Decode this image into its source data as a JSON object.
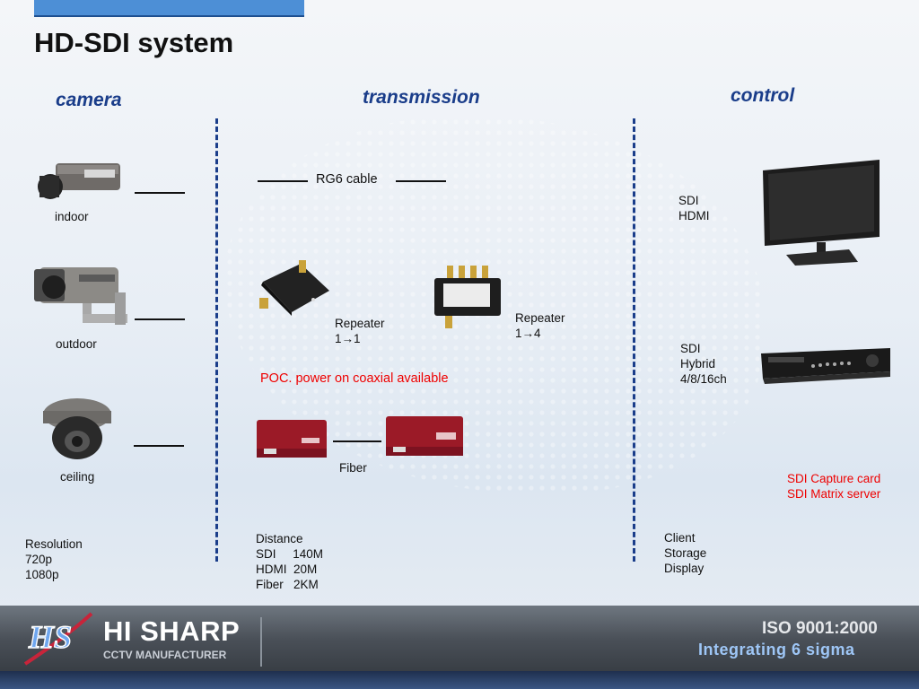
{
  "title": "HD-SDI system",
  "sections": {
    "camera": "camera",
    "transmission": "transmission",
    "control": "control"
  },
  "camera": {
    "indoor": "indoor",
    "outdoor": "outdoor",
    "ceiling": "ceiling",
    "resolution": "Resolution\n720p\n1080p"
  },
  "transmission": {
    "rg6": "RG6 cable",
    "repeater1": "Repeater\n1→1",
    "repeater4": "Repeater\n1→4",
    "poc": "POC. power on coaxial available",
    "fiber": "Fiber",
    "distance": "Distance\nSDI     140M\nHDMI  20M\nFiber   2KM"
  },
  "control": {
    "monitor_label": "SDI\nHDMI",
    "dvr_label": "SDI\nHybrid\n4/8/16ch",
    "capture": "SDI Capture card\nSDI Matrix server",
    "client": "Client\nStorage\nDisplay"
  },
  "footer": {
    "brand": "HI SHARP",
    "tagline": "CCTV MANUFACTURER",
    "logo": "HS",
    "iso": "ISO 9001:2000",
    "sigma": "Integrating 6 sigma"
  },
  "colors": {
    "accent": "#1a3d8a",
    "red": "#e00000",
    "footer": "#4a5058"
  }
}
